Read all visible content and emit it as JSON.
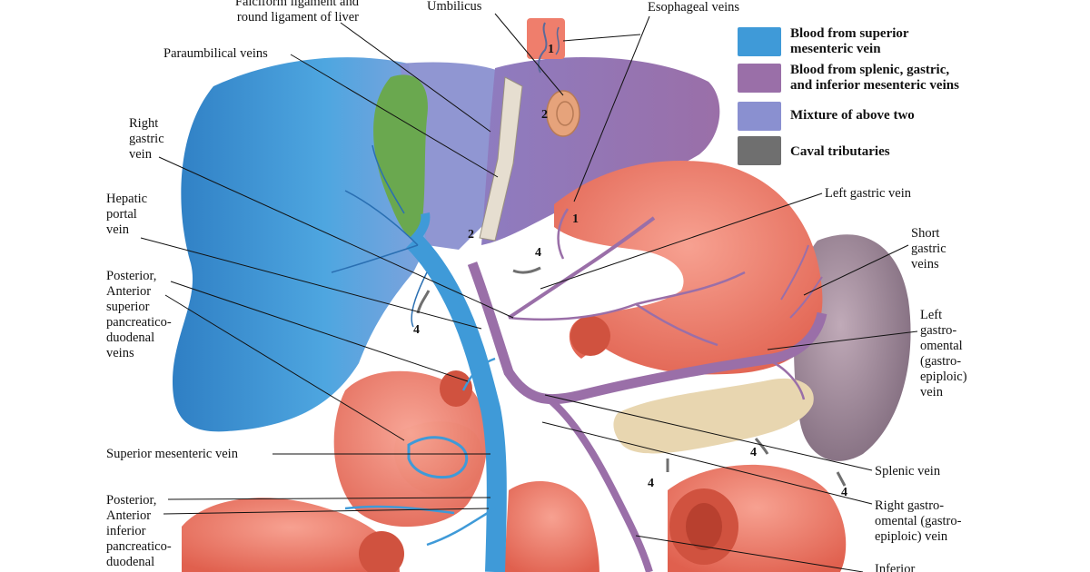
{
  "labels": {
    "falciform": "Falciform ligament and\nround ligament of liver",
    "umbilicus": "Umbilicus",
    "esophageal": "Esophageal veins",
    "paraumbilical": "Paraumbilical veins",
    "right_gastric": "Right\ngastric\nvein",
    "hepatic_portal": "Hepatic\nportal\nvein",
    "post_ant_sup": "Posterior,\nAnterior\nsuperior\npancreatico-\nduodenal\nveins",
    "sup_mesenteric": "Superior mesenteric vein",
    "post_ant_inf": "Posterior,\nAnterior\ninferior\npancreatico-\nduodenal",
    "left_gastric": "Left gastric vein",
    "short_gastric": "Short\ngastric\nveins",
    "left_gastro_omental": "Left\ngastro-\nomental\n(gastro-\nepiploic)\nvein",
    "splenic": "Splenic vein",
    "right_gastro_omental": "Right gastro-\nomental (gastro-\nepiploic) vein",
    "inferior_cut": "Inferior"
  },
  "legend": [
    {
      "text": "Blood from superior\nmesenteric vein",
      "color": "#3f9ad8"
    },
    {
      "text": "Blood from splenic, gastric,\nand inferior mesenteric veins",
      "color": "#9a6fa8"
    },
    {
      "text": "Mixture of above two",
      "color": "#8a90d0"
    },
    {
      "text": "Caval tributaries",
      "color": "#6f6f6f"
    }
  ],
  "numbers": {
    "n1a": "1",
    "n1b": "1",
    "n2a": "2",
    "n2b": "2",
    "n4a": "4",
    "n4b": "4",
    "n4c": "4",
    "n4d": "4",
    "n4e": "4"
  },
  "colors": {
    "smv_blue": "#3f9ad8",
    "splenic_purple": "#9a6fa8",
    "mixture": "#8a90d0",
    "caval": "#6f6f6f",
    "stomach": "#ef7e6c",
    "gallbladder": "#6aa84f",
    "pancreas": "#e8d6b0",
    "spleen": "#a08a9c"
  }
}
